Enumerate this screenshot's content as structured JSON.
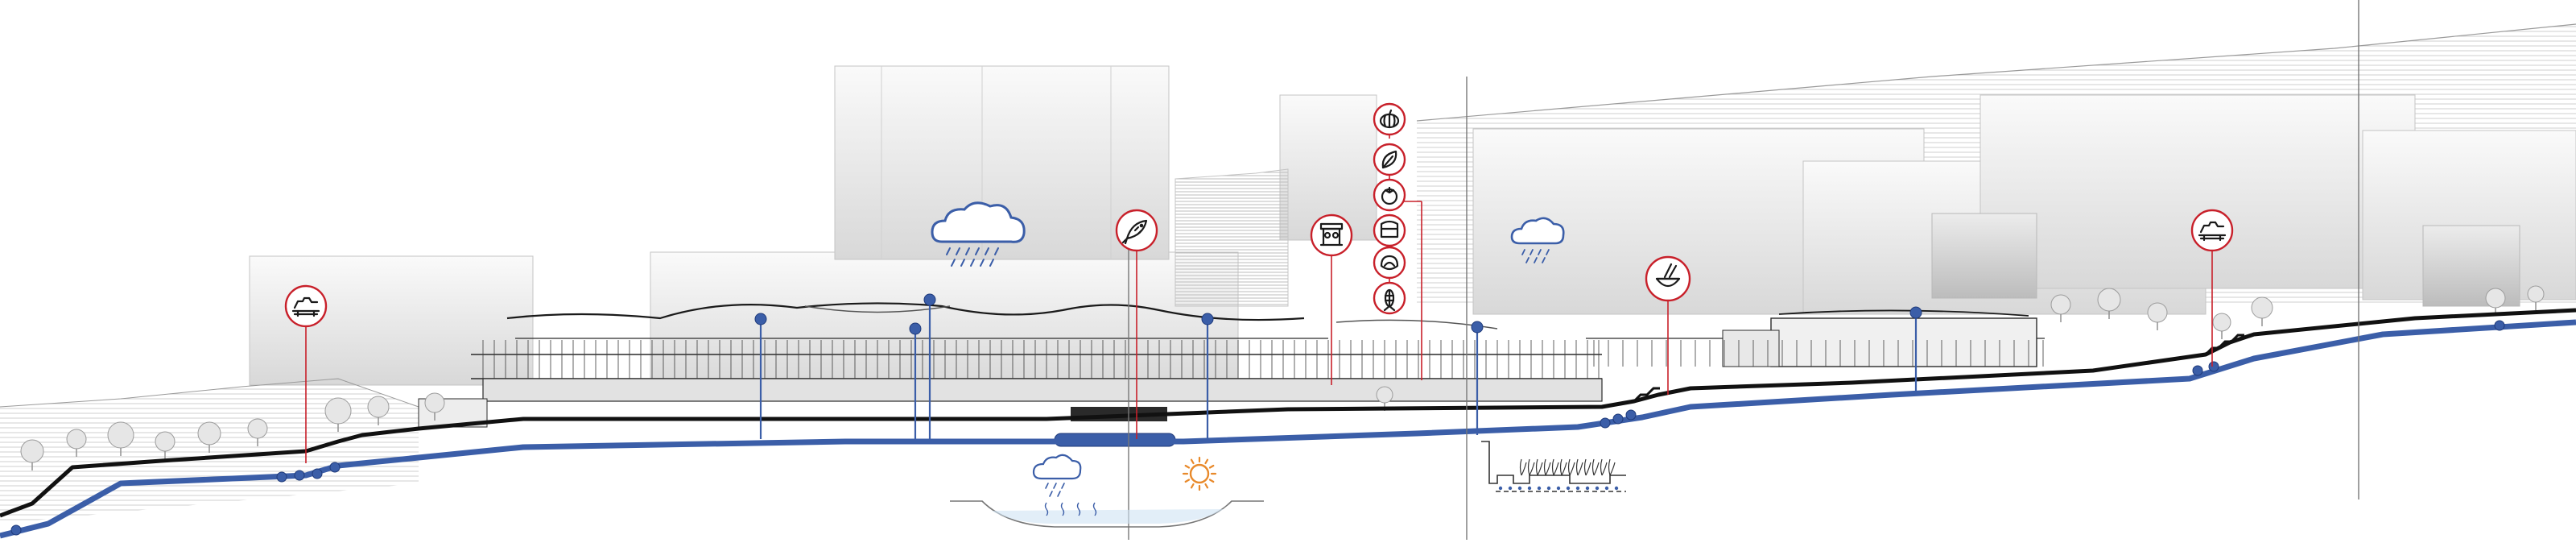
{
  "colors": {
    "water": "#3b5ea8",
    "marker": "#c8202a",
    "ground": "#1a1a1a",
    "massing_light": "#f4f4f4",
    "massing_mid": "#dcdcdc",
    "massing_dark": "#a8a8a8",
    "sun": "#e8892a",
    "cloud": "#3b5ea8"
  },
  "icons": [
    "building-massing",
    "terrain-hatch",
    "ground-line",
    "water-pipe",
    "water-tank",
    "rain-cloud-icon",
    "sun-icon",
    "fish-icon",
    "landscape-bench-icon",
    "market-stall-icon",
    "bowl-chopsticks-icon",
    "pumpkin-icon",
    "leaf-icon",
    "tomato-icon",
    "cabbage-icon",
    "grain-icon",
    "drain-pin",
    "wetland-detail",
    "tree"
  ]
}
